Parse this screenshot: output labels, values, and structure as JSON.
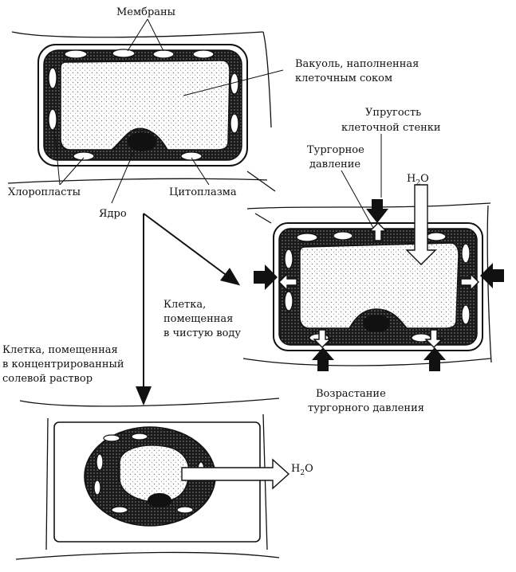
{
  "labels": {
    "membranes": "Мембраны",
    "vacuole_line1": "Вакуоль, наполненная",
    "vacuole_line2": "клеточным соком",
    "chloroplasts": "Хлоропласты",
    "cytoplasm": "Цитоплазма",
    "nucleus": "Ядро",
    "wall_elasticity_line1": "Упругость",
    "wall_elasticity_line2": "клеточной стенки",
    "turgor_line1": "Тургорное",
    "turgor_line2": "давление",
    "pure_water_line1": "Клетка,",
    "pure_water_line2": "помещенная",
    "pure_water_line3": "в чистую воду",
    "salt_line1": "Клетка, помещенная",
    "salt_line2": "в концентрированный",
    "salt_line3": "солевой раствор",
    "increase_line1": "Возрастание",
    "increase_line2": "тургорного давления",
    "water_in_main": "H",
    "water_in_sub": "2",
    "water_in_tail": "O",
    "water_out_main": "H",
    "water_out_sub": "2",
    "water_out_tail": "O"
  },
  "colors": {
    "ink": "#111111",
    "paper": "#ffffff",
    "stipple": "#bdbdbd"
  }
}
